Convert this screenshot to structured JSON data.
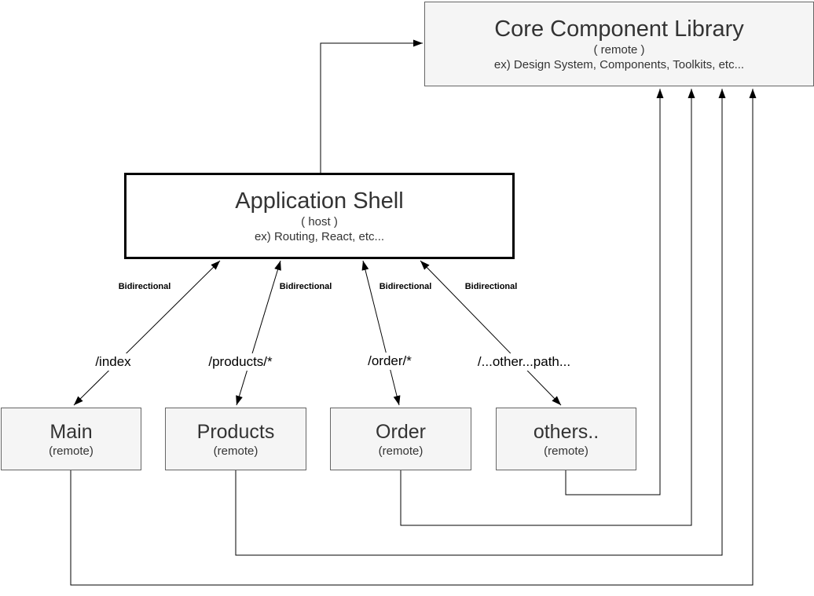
{
  "diagram": {
    "core": {
      "title": "Core Component Library",
      "subtitle": "( remote )",
      "example": "ex) Design System, Components, Toolkits, etc..."
    },
    "shell": {
      "title": "Application Shell",
      "subtitle": "( host )",
      "example": "ex) Routing, React, etc..."
    },
    "remotes": [
      {
        "title": "Main",
        "subtitle": "(remote)"
      },
      {
        "title": "Products",
        "subtitle": "(remote)"
      },
      {
        "title": "Order",
        "subtitle": "(remote)"
      },
      {
        "title": "others..",
        "subtitle": "(remote)"
      }
    ],
    "edge_labels": {
      "bidirectional": "Bidirectional",
      "routes": [
        "/index",
        "/products/*",
        "/order/*",
        "/...other...path..."
      ]
    },
    "colors": {
      "node_fill": "#f5f5f5",
      "node_border": "#666666",
      "shell_fill": "#ffffff",
      "shell_border": "#000000",
      "line": "#000000",
      "text": "#333333"
    }
  }
}
